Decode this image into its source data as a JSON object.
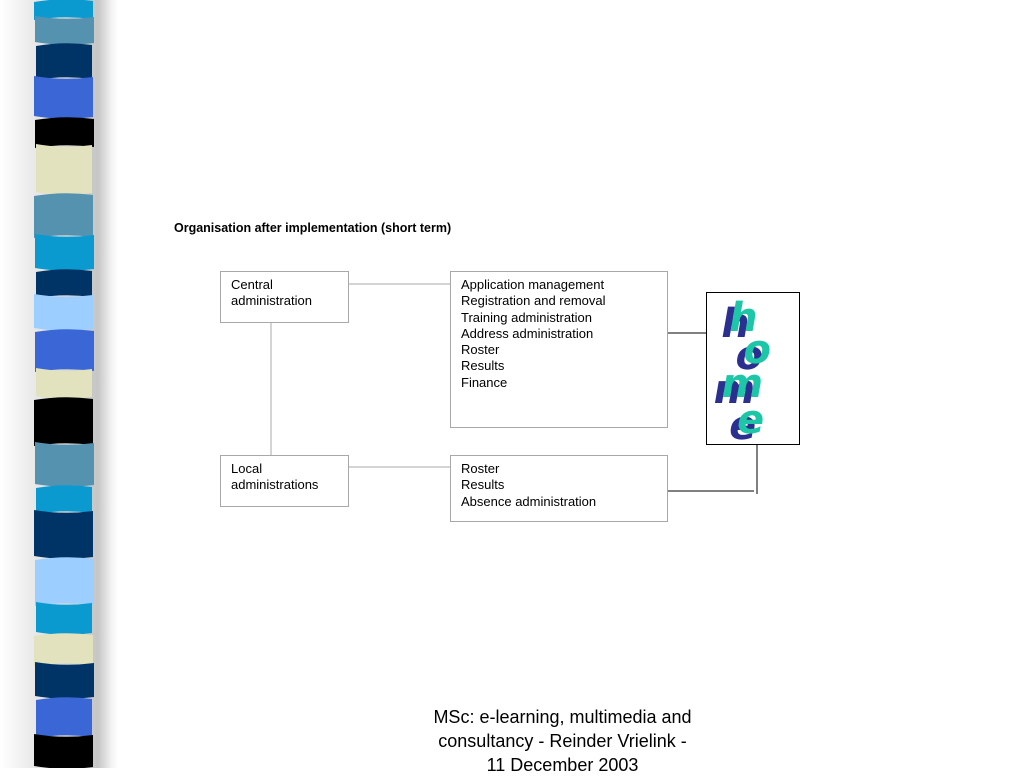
{
  "title": "Organisation after implementation (short term)",
  "nodes": {
    "central": {
      "lines": [
        "Central",
        "administration"
      ]
    },
    "local": {
      "lines": [
        "Local",
        "administrations"
      ]
    },
    "central_tasks": {
      "lines": [
        "Application management",
        "Registration and removal",
        "Training administration",
        "Address administration",
        "Roster",
        "Results",
        "Finance"
      ]
    },
    "local_tasks": {
      "lines": [
        "Roster",
        "Results",
        "Absence administration"
      ]
    }
  },
  "home_button": {
    "letters": [
      "h",
      "o",
      "m",
      "e"
    ]
  },
  "footer": {
    "lines": [
      "MSc: e-learning, multimedia and",
      "consultancy -  Reinder Vrielink -",
      "11 December 2003"
    ]
  },
  "colors": {
    "strip": [
      "#0a9ad0",
      "#5592b0",
      "#003466",
      "#3a66d6",
      "#000000",
      "#e2e2be",
      "#9ccfff"
    ],
    "home_dark": "#2b2f8f",
    "home_light": "#1ec6a8",
    "box_border": "#a8a8a8"
  }
}
